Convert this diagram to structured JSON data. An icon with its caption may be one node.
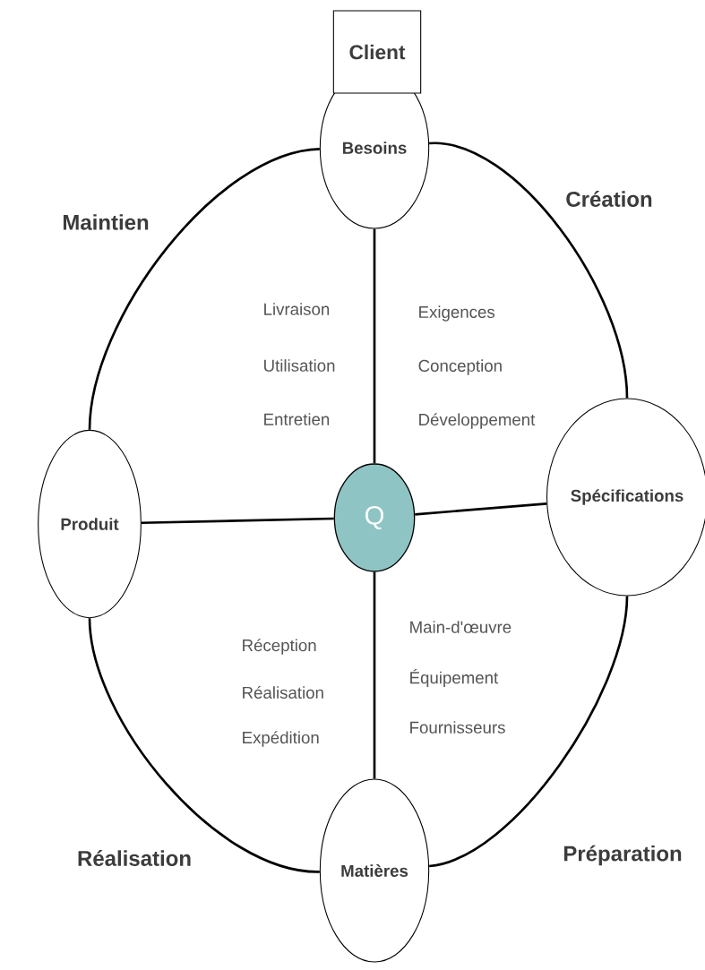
{
  "diagram": {
    "nodes": [
      {
        "text": [
          "Client"
        ]
      },
      {
        "text": [
          "Besoins"
        ]
      },
      {
        "text": [
          "Produit"
        ]
      },
      {
        "text": [
          "Q"
        ]
      },
      {
        "text": [
          "Spécifications"
        ]
      },
      {
        "text": [
          "Matières"
        ]
      }
    ],
    "edges": [
      {
        "from": 1,
        "to": 4,
        "arrow": "none",
        "label": "Création"
      },
      {
        "from": 4,
        "to": 5,
        "arrow": "none",
        "label": "Préparation"
      },
      {
        "from": 5,
        "to": 2,
        "arrow": "none",
        "label": "Réalisation"
      },
      {
        "from": 2,
        "to": 1,
        "arrow": "none",
        "label": "Maintien"
      },
      {
        "from": 3,
        "to": 1,
        "arrow": "none"
      },
      {
        "from": 3,
        "to": 2,
        "arrow": "none"
      },
      {
        "from": 3,
        "to": 4,
        "arrow": "none"
      },
      {
        "from": 3,
        "to": 5,
        "arrow": "none"
      }
    ],
    "labels": [
      "Livraison",
      "Utilisation",
      "Entretien",
      "Exigences",
      "Conception",
      "Développement",
      "Réception",
      "Réalisation",
      "Expédition",
      "Main-d'œuvre",
      "Équipement",
      "Fournisseurs"
    ]
  }
}
